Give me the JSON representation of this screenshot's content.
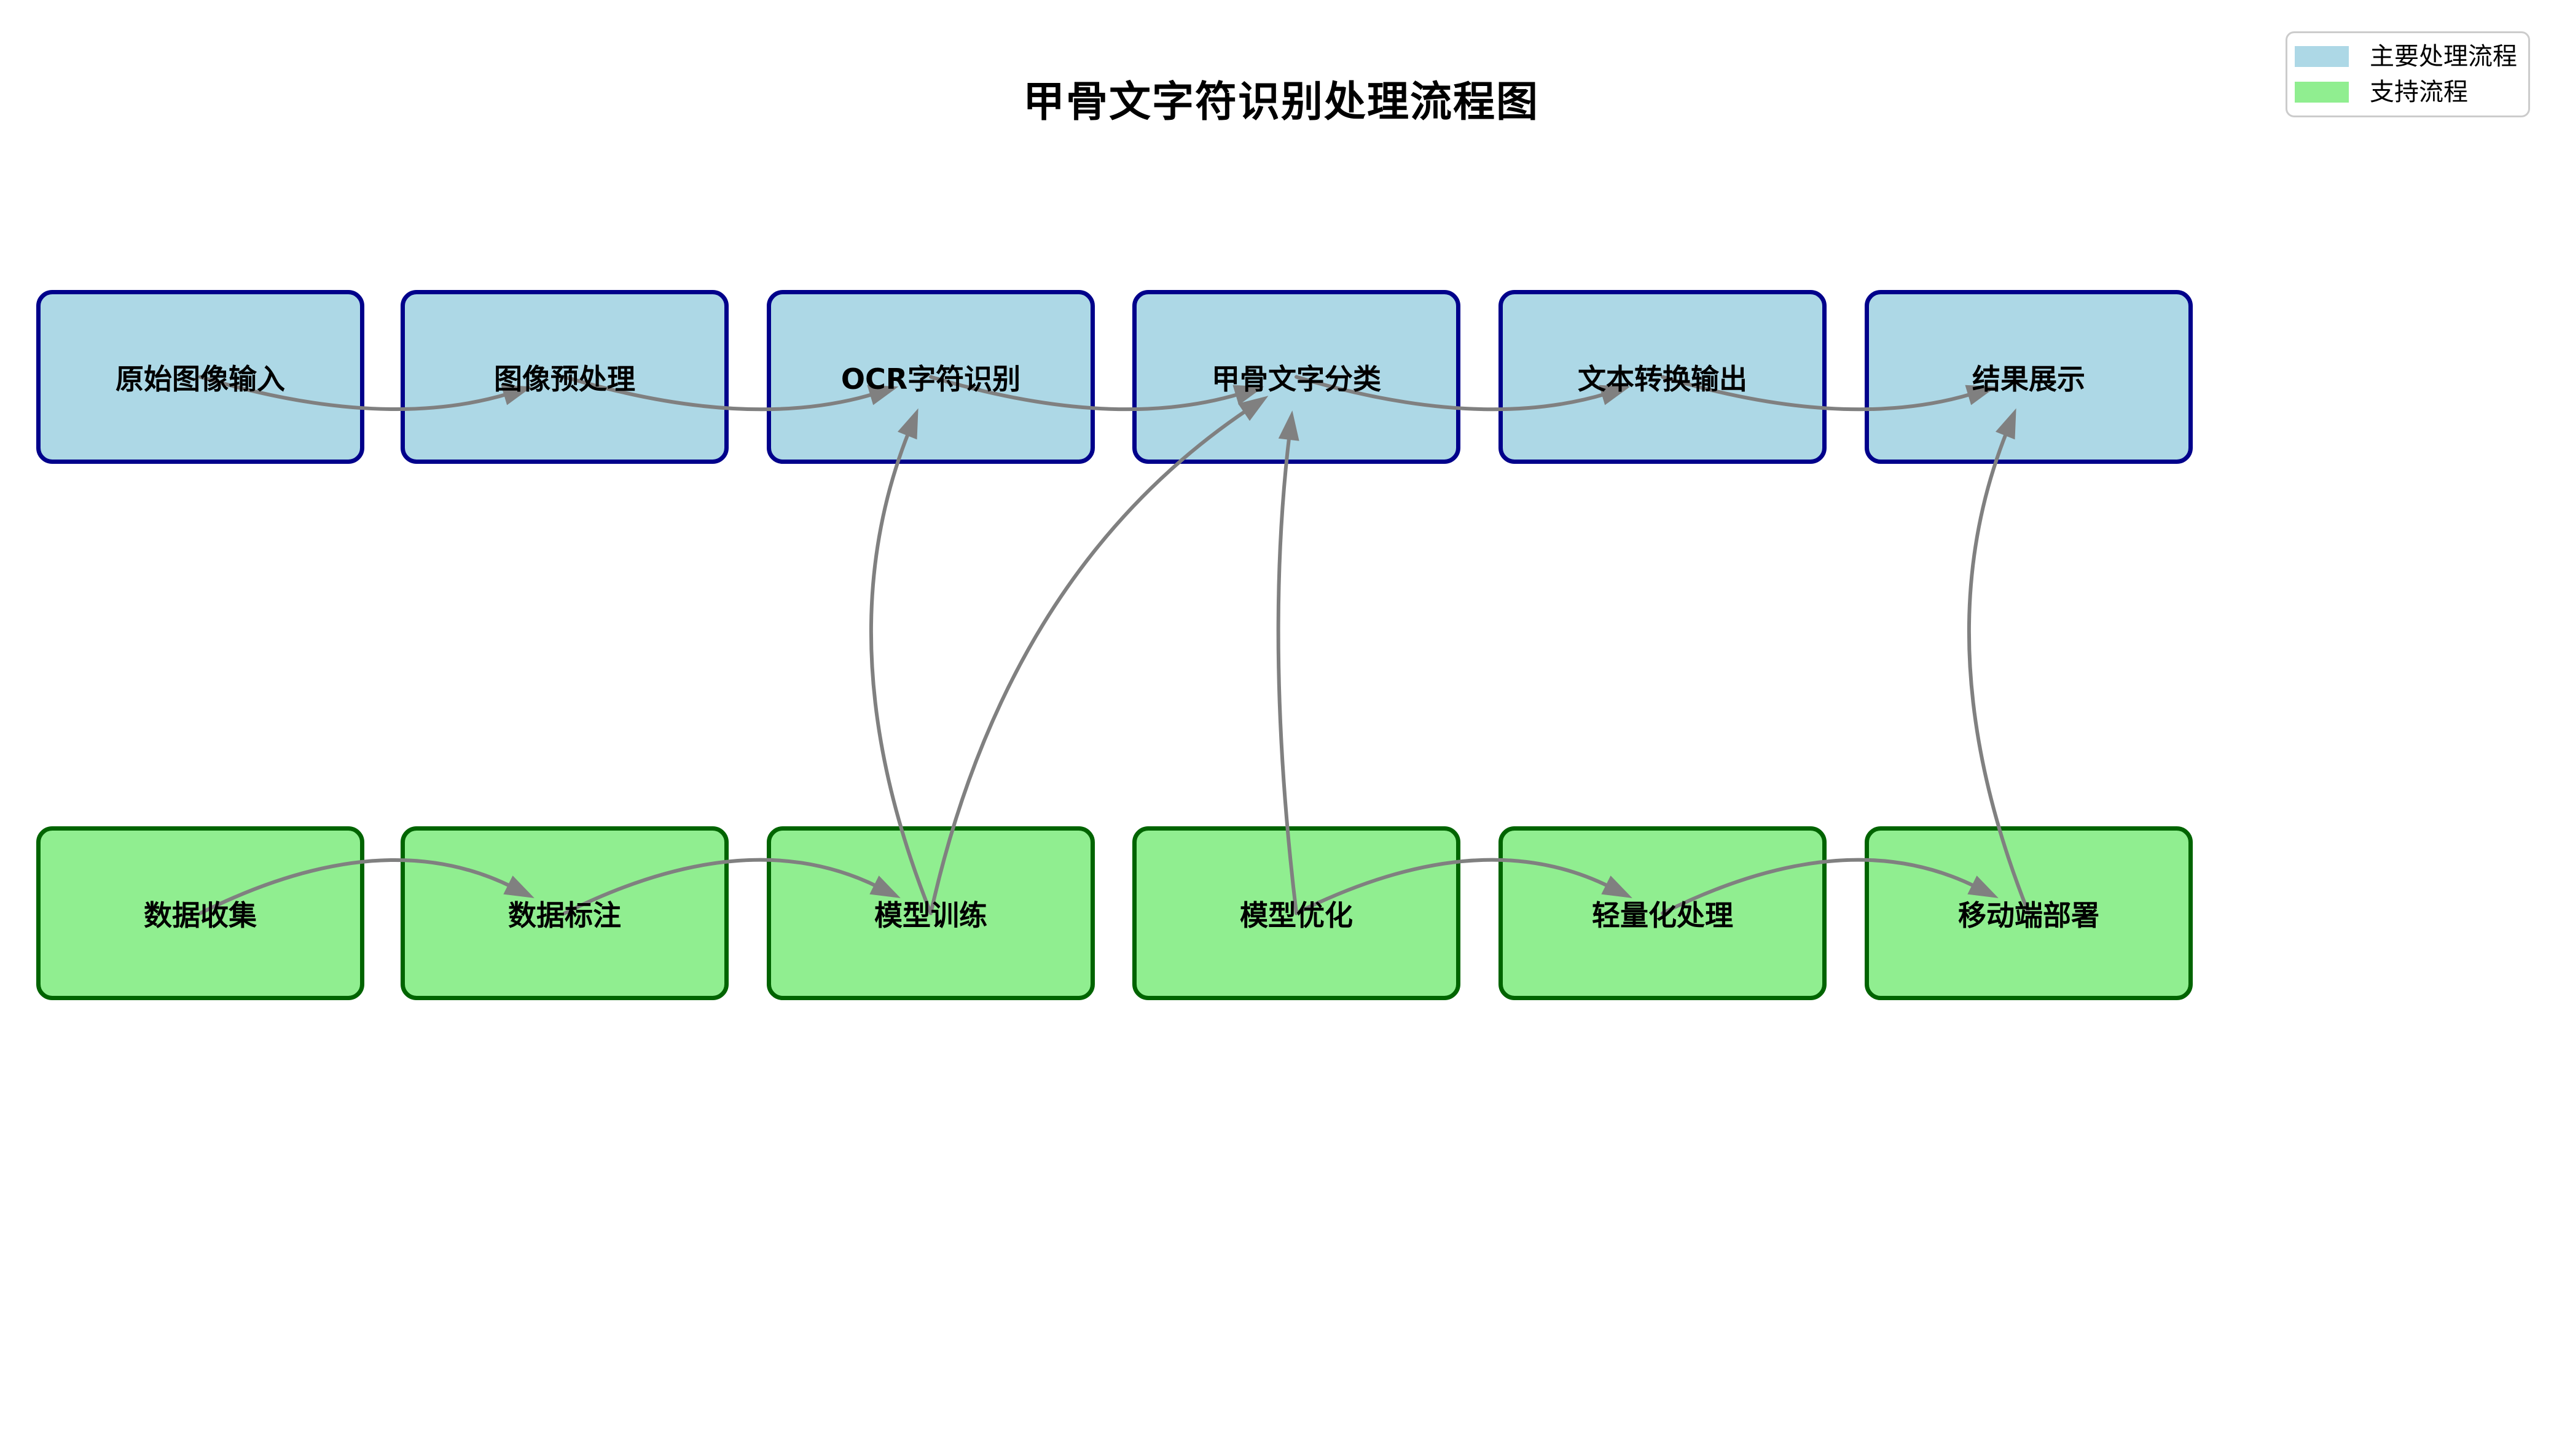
{
  "title": "甲骨文字符识别处理流程图",
  "legend": {
    "items": [
      {
        "label": "主要处理流程",
        "color": "#ADD8E6"
      },
      {
        "label": "支持流程",
        "color": "#90EE90"
      }
    ]
  },
  "colors": {
    "main_fill": "#ADD8E6",
    "main_border": "#00008B",
    "support_fill": "#90EE90",
    "support_border": "#006400",
    "arrow": "#808080",
    "label": "#000000"
  },
  "nodes": [
    {
      "id": "raw-image-input",
      "label": "原始图像输入",
      "group": "main",
      "row": 0,
      "col": 0
    },
    {
      "id": "image-preprocess",
      "label": "图像预处理",
      "group": "main",
      "row": 0,
      "col": 1
    },
    {
      "id": "ocr-recognition",
      "label": "OCR字符识别",
      "group": "main",
      "row": 0,
      "col": 2
    },
    {
      "id": "oracle-classification",
      "label": "甲骨文字分类",
      "group": "main",
      "row": 0,
      "col": 3
    },
    {
      "id": "text-output",
      "label": "文本转换输出",
      "group": "main",
      "row": 0,
      "col": 4
    },
    {
      "id": "result-display",
      "label": "结果展示",
      "group": "main",
      "row": 0,
      "col": 5
    },
    {
      "id": "data-collection",
      "label": "数据收集",
      "group": "support",
      "row": 1,
      "col": 0
    },
    {
      "id": "data-annotation",
      "label": "数据标注",
      "group": "support",
      "row": 1,
      "col": 1
    },
    {
      "id": "model-training",
      "label": "模型训练",
      "group": "support",
      "row": 1,
      "col": 2
    },
    {
      "id": "model-optimization",
      "label": "模型优化",
      "group": "support",
      "row": 1,
      "col": 3
    },
    {
      "id": "lightweight-processing",
      "label": "轻量化处理",
      "group": "support",
      "row": 1,
      "col": 4
    },
    {
      "id": "mobile-deployment",
      "label": "移动端部署",
      "group": "support",
      "row": 1,
      "col": 5
    }
  ],
  "edges": [
    {
      "from": "raw-image-input",
      "to": "image-preprocess",
      "rad": -0.15
    },
    {
      "from": "image-preprocess",
      "to": "ocr-recognition",
      "rad": -0.15
    },
    {
      "from": "ocr-recognition",
      "to": "oracle-classification",
      "rad": -0.15
    },
    {
      "from": "oracle-classification",
      "to": "text-output",
      "rad": -0.15
    },
    {
      "from": "text-output",
      "to": "result-display",
      "rad": -0.15
    },
    {
      "from": "data-collection",
      "to": "data-annotation",
      "rad": 0.25
    },
    {
      "from": "data-annotation",
      "to": "model-training",
      "rad": 0.25
    },
    {
      "from": "model-optimization",
      "to": "lightweight-processing",
      "rad": 0.25
    },
    {
      "from": "lightweight-processing",
      "to": "mobile-deployment",
      "rad": 0.25
    },
    {
      "from": "model-training",
      "to": "ocr-recognition",
      "rad": 0.2
    },
    {
      "from": "model-training",
      "to": "oracle-classification",
      "rad": 0.2
    },
    {
      "from": "model-optimization",
      "to": "oracle-classification",
      "rad": 0.06
    },
    {
      "from": "mobile-deployment",
      "to": "result-display",
      "rad": 0.2
    }
  ]
}
